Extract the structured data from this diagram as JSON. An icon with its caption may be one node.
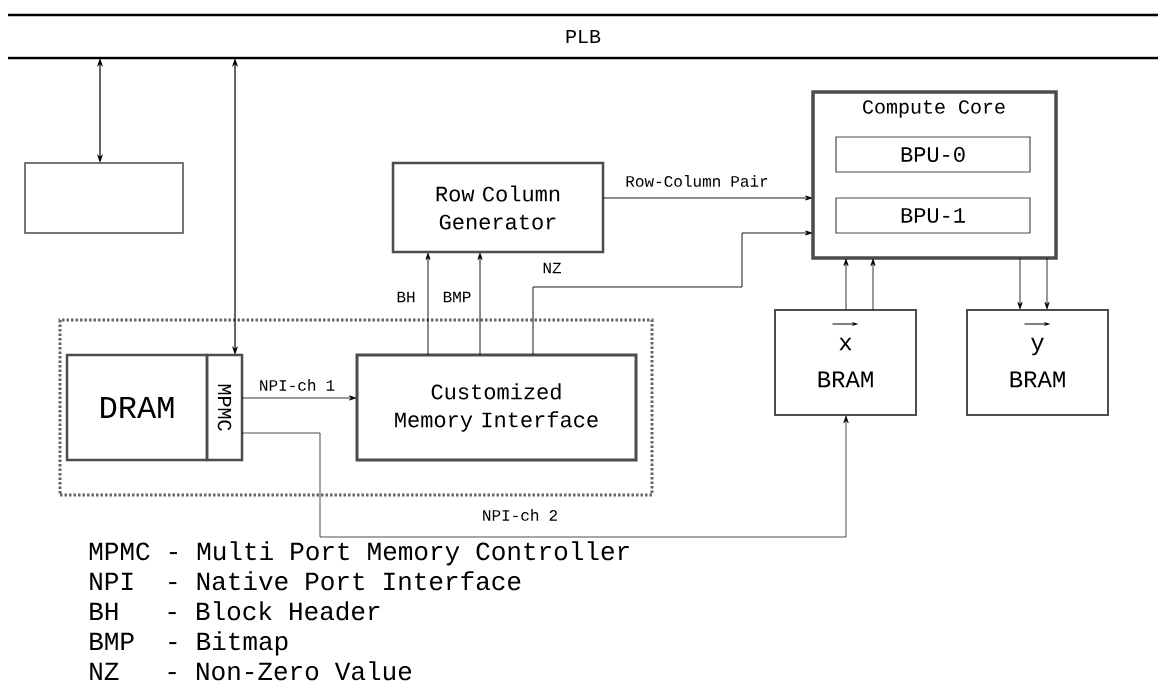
{
  "diagram": {
    "nodes": [
      {
        "text": [
          "PLB"
        ]
      },
      {
        "text": [],
        "shape": "box"
      },
      {
        "text": [
          "Row Column Generator"
        ]
      },
      {
        "text": [
          "Compute Core"
        ]
      },
      {
        "text": [
          "BPU-0"
        ],
        "in": 3
      },
      {
        "text": [
          "BPU-1"
        ],
        "in": 3
      },
      {
        "text": [],
        "shape": "box"
      },
      {
        "text": [
          "DRAM"
        ],
        "in": 6
      },
      {
        "text": [
          "MPMC"
        ],
        "in": 6
      },
      {
        "text": [
          "Customized Memory Interface"
        ],
        "in": 6
      },
      {
        "text": [
          "x",
          "BRAM"
        ]
      },
      {
        "text": [
          "y",
          "BRAM"
        ]
      }
    ],
    "edges": [
      {
        "from": 0,
        "to": 1,
        "arrow": "both"
      },
      {
        "from": 0,
        "to": 8,
        "arrow": "both"
      },
      {
        "from": 8,
        "to": 9,
        "arrow": "to",
        "label": "NPI-ch 1"
      },
      {
        "from": 8,
        "to": 10,
        "arrow": "to",
        "label": "NPI-ch 2"
      },
      {
        "from": 9,
        "to": 2,
        "arrow": "to",
        "label": "BH"
      },
      {
        "from": 9,
        "to": 2,
        "arrow": "to",
        "label": "BMP"
      },
      {
        "from": 9,
        "to": 3,
        "arrow": "to",
        "label": "NZ"
      },
      {
        "from": 2,
        "to": 3,
        "arrow": "to",
        "label": "Row-Column Pair"
      },
      {
        "from": 10,
        "to": 3,
        "arrow": "to"
      },
      {
        "from": 10,
        "to": 3,
        "arrow": "to"
      },
      {
        "from": 3,
        "to": 11,
        "arrow": "to"
      },
      {
        "from": 3,
        "to": 11,
        "arrow": "to"
      }
    ],
    "labels": [
      "MPMC - Multi Port Memory Controller",
      "NPI  - Native Port Interface",
      "BH   - Block Header",
      "BMP  - Bitmap",
      "NZ   - Non-Zero Value"
    ]
  }
}
